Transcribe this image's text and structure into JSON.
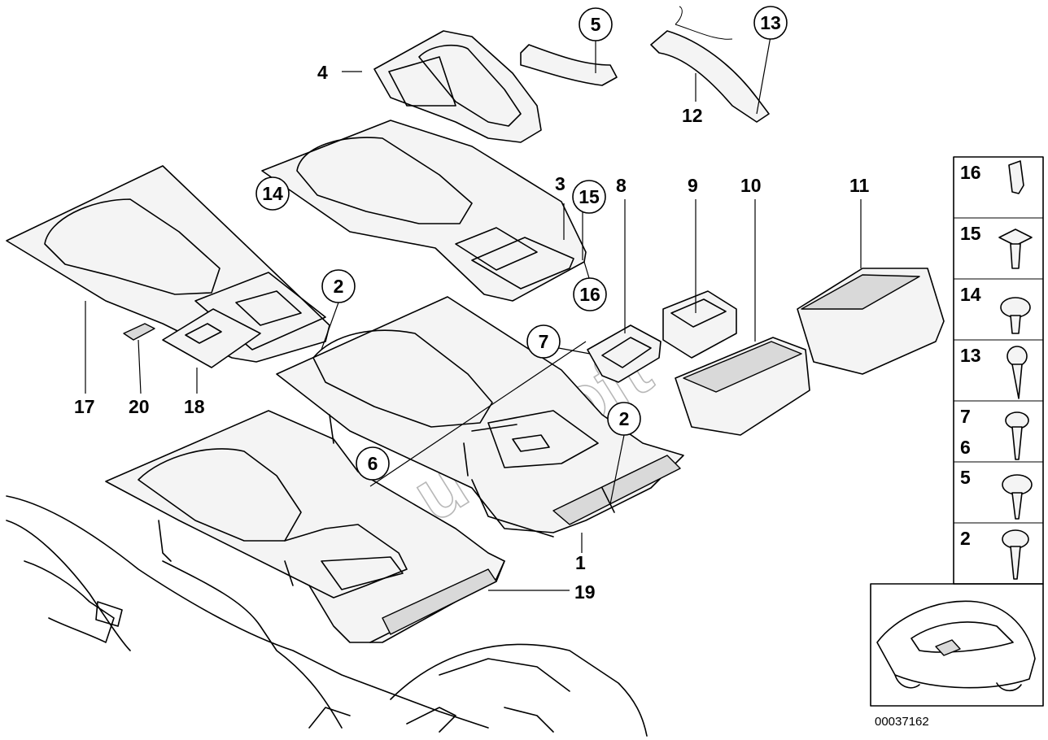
{
  "diagram_id": "00037162",
  "watermark": "AutoSoft",
  "callouts": [
    {
      "n": "1",
      "circled": false
    },
    {
      "n": "2",
      "circled": true
    },
    {
      "n": "2",
      "circled": true
    },
    {
      "n": "3",
      "circled": false
    },
    {
      "n": "4",
      "circled": false
    },
    {
      "n": "5",
      "circled": true
    },
    {
      "n": "6",
      "circled": true
    },
    {
      "n": "7",
      "circled": true
    },
    {
      "n": "8",
      "circled": false
    },
    {
      "n": "9",
      "circled": false
    },
    {
      "n": "10",
      "circled": false
    },
    {
      "n": "11",
      "circled": false
    },
    {
      "n": "12",
      "circled": false
    },
    {
      "n": "13",
      "circled": true
    },
    {
      "n": "14",
      "circled": true
    },
    {
      "n": "15",
      "circled": true
    },
    {
      "n": "16",
      "circled": true
    },
    {
      "n": "17",
      "circled": false
    },
    {
      "n": "18",
      "circled": false
    },
    {
      "n": "19",
      "circled": false
    },
    {
      "n": "20",
      "circled": false
    }
  ],
  "fastener_legend": [
    {
      "label": "16",
      "icon": "clip-icon"
    },
    {
      "label": "15",
      "icon": "expanding-rivet-icon"
    },
    {
      "label": "14",
      "icon": "oval-head-screw-icon"
    },
    {
      "label": "13",
      "icon": "self-tapping-screw-icon"
    },
    {
      "label": "7",
      "label2": "6",
      "icon": "flange-screw-icon"
    },
    {
      "label": "5",
      "icon": "washer-screw-icon"
    },
    {
      "label": "2",
      "icon": "phillips-screw-icon"
    }
  ]
}
